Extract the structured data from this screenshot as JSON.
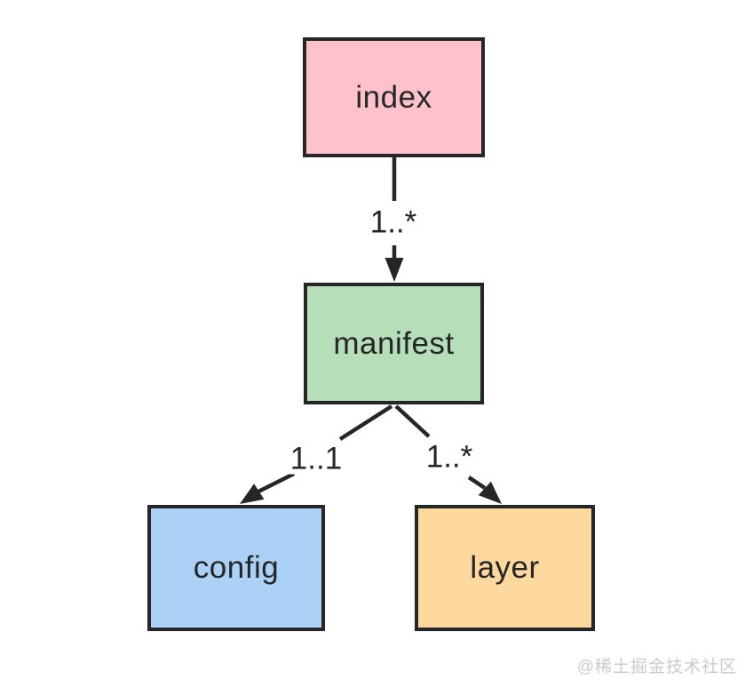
{
  "diagram": {
    "nodes": [
      {
        "id": "index",
        "label": "index",
        "fill": "#FFC2CC"
      },
      {
        "id": "manifest",
        "label": "manifest",
        "fill": "#B6DFB9"
      },
      {
        "id": "config",
        "label": "config",
        "fill": "#ABD2F6"
      },
      {
        "id": "layer",
        "label": "layer",
        "fill": "#FDD9A0"
      }
    ],
    "edges": [
      {
        "from": "index",
        "to": "manifest",
        "label": "1..*"
      },
      {
        "from": "manifest",
        "to": "config",
        "label": "1..1"
      },
      {
        "from": "manifest",
        "to": "layer",
        "label": "1..*"
      }
    ],
    "colors": {
      "stroke": "#262626",
      "background": "#ffffff"
    },
    "watermark": "@稀土掘金技术社区"
  }
}
